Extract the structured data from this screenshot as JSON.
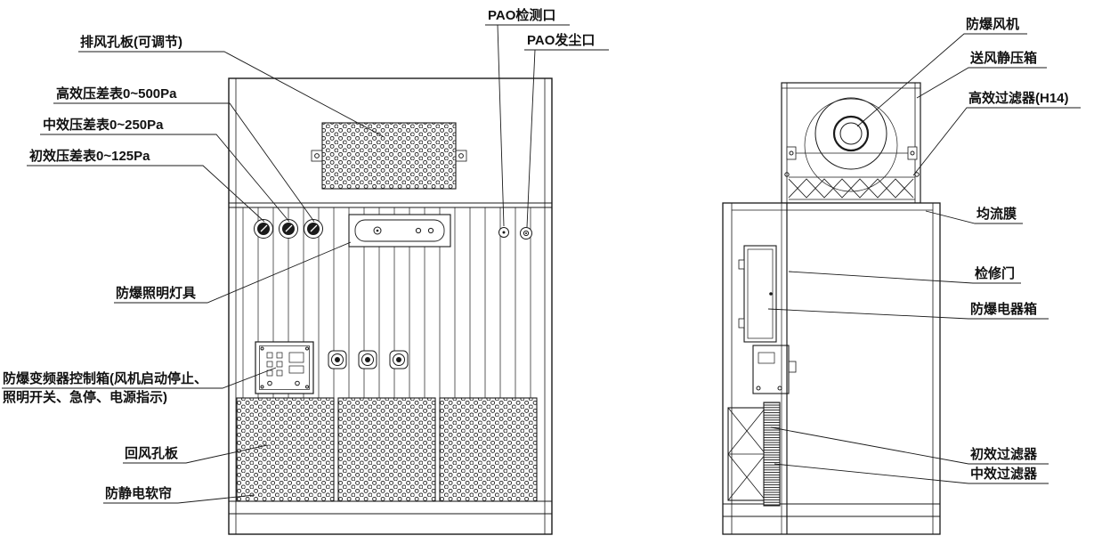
{
  "drawing": {
    "kind": "equipment-technical-drawing",
    "line_color": "#1a1a1a",
    "background": "#ffffff"
  },
  "front_view": {
    "labels": {
      "exhaust_plate": "排风孔板(可调节)",
      "hepa_gauge": "高效压差表0~500Pa",
      "medium_gauge": "中效压差表0~250Pa",
      "primary_gauge": "初效压差表0~125Pa",
      "pao_test_port": "PAO检测口",
      "pao_dust_port": "PAO发尘口",
      "light_fixture": "防爆照明灯具",
      "control_box_line1": "防爆变频器控制箱(风机启动停止、",
      "control_box_line2": "照明开关、急停、电源指示)",
      "return_air_plate": "回风孔板",
      "antistatic_curtain": "防静电软帘"
    }
  },
  "side_view": {
    "labels": {
      "explosion_proof_fan": "防爆风机",
      "supply_plenum": "送风静压箱",
      "hepa_filter": "高效过滤器(H14)",
      "flow_membrane": "均流膜",
      "access_door": "检修门",
      "electric_box": "防爆电器箱",
      "primary_filter": "初效过滤器",
      "medium_filter": "中效过滤器"
    }
  }
}
